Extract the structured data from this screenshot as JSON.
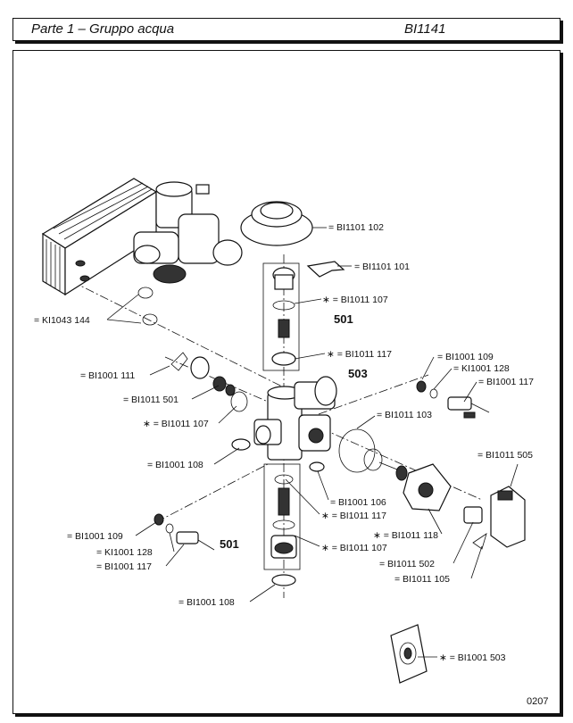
{
  "header": {
    "title": "Parte 1 – Gruppo acqua",
    "code": "BI1141"
  },
  "page_number": "0207",
  "assemblies": {
    "upper": "501",
    "lower": "501",
    "body": "503"
  },
  "labels": {
    "l1": "= BI1101 102",
    "l2": "= BI1101 101",
    "l3": "∗ = BI1011 107",
    "l4": "∗ = BI1011 117",
    "l5": "= KI1043 144",
    "l6": "= BI1001 111",
    "l7": "= BI1011 501",
    "l8": "∗ = BI1011 107",
    "l9": "= BI1001 108",
    "l10": "= BI1001 109",
    "l11": "= KI1001 128",
    "l12": "= BI1001 117",
    "l13": "= BI1011 103",
    "l14": "= BI1011 505",
    "l15": "= BI1001 106",
    "l16": "∗ = BI1011 117",
    "l17": "∗ = BI1011 107",
    "l18": "∗ = BI1011 118",
    "l19": "= BI1011 502",
    "l20": "= BI1011 105",
    "l21": "= BI1001 109",
    "l22": "= KI1001 128",
    "l23": "= BI1001 117",
    "l24": "= BI1001 108",
    "l25": "∗ = BI1001 503"
  }
}
